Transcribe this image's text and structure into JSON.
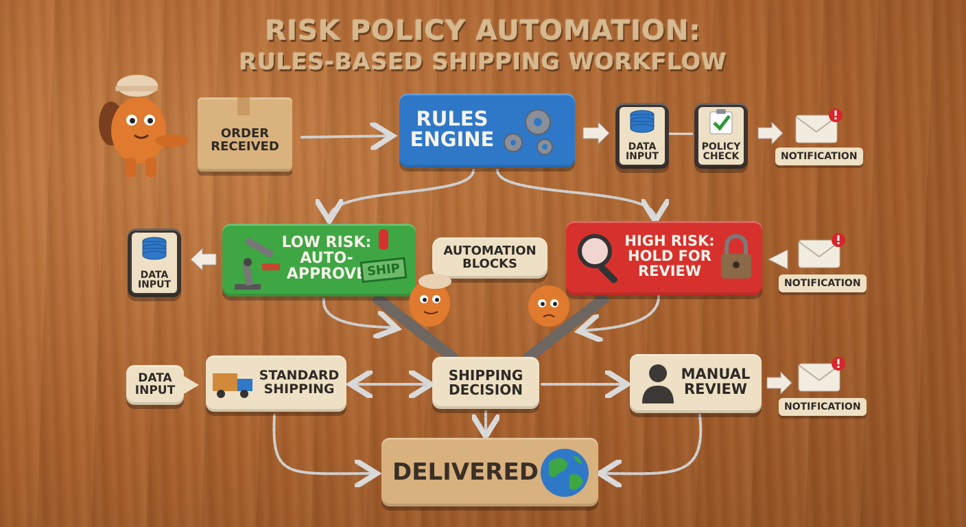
{
  "title": {
    "line1": "RISK POLICY AUTOMATION:",
    "line2": "RULES-BASED SHIPPING WORKFLOW"
  },
  "nodes": {
    "order_received": "ORDER RECEIVED",
    "rules_engine": "RULES ENGINE",
    "data_input_top": "DATA INPUT",
    "policy_check": "POLICY CHECK",
    "notification_top": "NOTIFICATION",
    "low_risk": "LOW RISK: AUTO-APPROVE",
    "ship_stamp": "SHIP",
    "automation_blocks": "AUTOMATION BLOCKS",
    "high_risk": "HIGH RISK: HOLD FOR REVIEW",
    "data_input_mid": "DATA INPUT",
    "notification_mid": "NOTIFICATION",
    "data_input_bottom": "DATA INPUT",
    "standard_shipping": "STANDARD SHIPPING",
    "shipping_decision": "SHIPPING DECISION",
    "manual_review": "MANUAL REVIEW",
    "notification_bottom": "NOTIFICATION",
    "delivered": "DELIVERED"
  },
  "icons": [
    "box-icon",
    "gear-icon",
    "database-icon",
    "clipboard-check-icon",
    "envelope-icon",
    "robot-arm-icon",
    "magnifier-icon",
    "padlock-icon",
    "truck-icon",
    "person-icon",
    "globe-icon"
  ],
  "colors": {
    "rules_engine": "#2f78c8",
    "low_risk": "#3fa644",
    "high_risk": "#d7312d",
    "clay": "#eee0c4",
    "delivered": "#d8b17e",
    "alert": "#d8252b"
  }
}
